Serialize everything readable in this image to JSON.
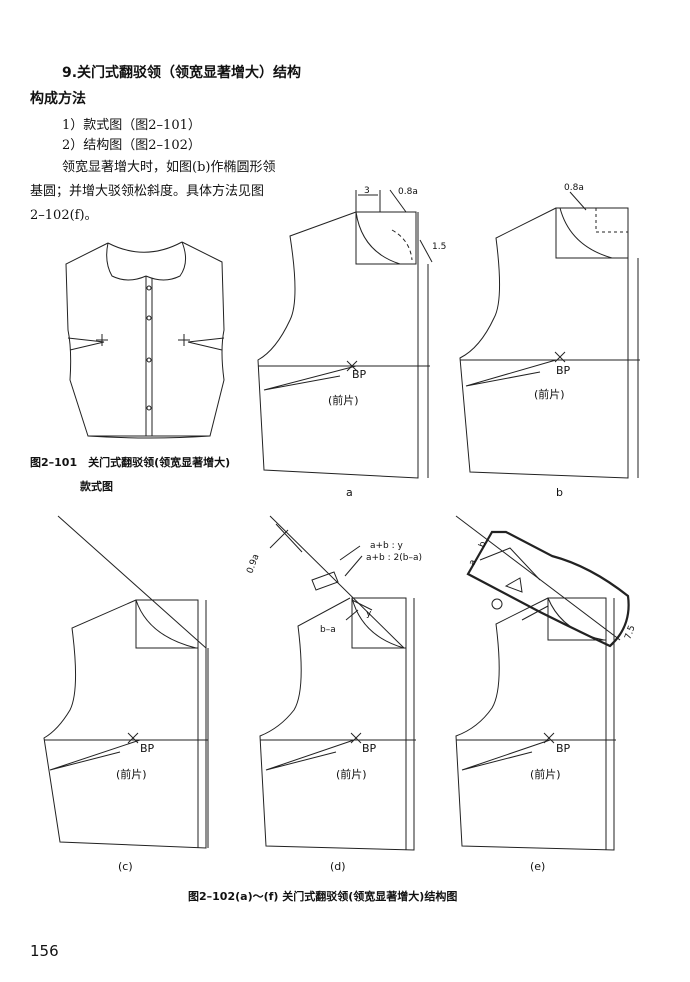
{
  "section": {
    "heading_line1": "9.关门式翻驳领（领宽显著增大）结构",
    "heading_line2": "构成方法",
    "item1": "1）款式图（图2–101）",
    "item2": "2）结构图（图2–102）",
    "para_line1": "领宽显著增大时，如图(b)作椭圆形领",
    "para_line2": "基圆；并增大驳领松斜度。具体方法见图",
    "para_line3": "2–102(f)。"
  },
  "figure_101": {
    "caption_line1": "图2–101　关门式翻驳领(领宽显著增大)",
    "caption_line2": "款式图"
  },
  "figure_102": {
    "caption": "图2–102(a)～(f)  关门式翻驳领(领宽显著增大)结构图",
    "labels": {
      "a": "a",
      "b": "b",
      "c": "(c)",
      "d": "(d)",
      "e": "(e)",
      "bp": "BP",
      "front_piece": "(前片)",
      "dim_3": "3",
      "dim_08a": "0.8a",
      "dim_15": "1.5",
      "dim_09a": "0.9a",
      "eq1": "a+b : y",
      "eq2": "a+b : 2(b–a)",
      "y": "y",
      "ba": "b–a",
      "dim_75": "7.5"
    }
  },
  "page_number": "156"
}
